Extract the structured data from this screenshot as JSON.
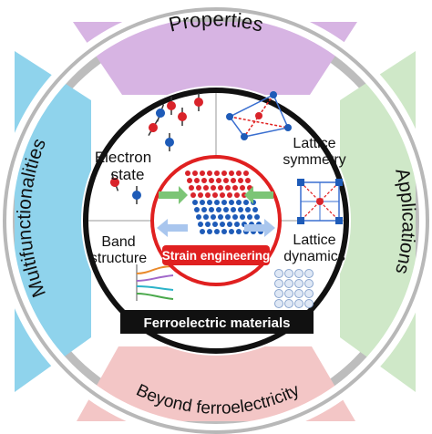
{
  "outer_ring": {
    "top": {
      "label": "Properties",
      "color": "#d7b4e3"
    },
    "right": {
      "label": "Applications",
      "color": "#cfe8c8"
    },
    "bottom": {
      "label": "Beyond ferroelectricity",
      "color": "#f3c6c6"
    },
    "left": {
      "label": "Multifunctionalities",
      "color": "#8fd3ec"
    },
    "ring_color": "#b8b8b8"
  },
  "quadrants": {
    "top_left": {
      "line1": "Electron",
      "line2": "state"
    },
    "top_right": {
      "line1": "Lattice",
      "line2": "symmetry"
    },
    "bottom_left": {
      "line1": "Band",
      "line2": "structure"
    },
    "bottom_right": {
      "line1": "Lattice",
      "line2": "dynamics"
    }
  },
  "center": {
    "label": "Strain engineering",
    "accent": "#e02020"
  },
  "bottom_banner": {
    "label": "Ferroelectric materials"
  }
}
